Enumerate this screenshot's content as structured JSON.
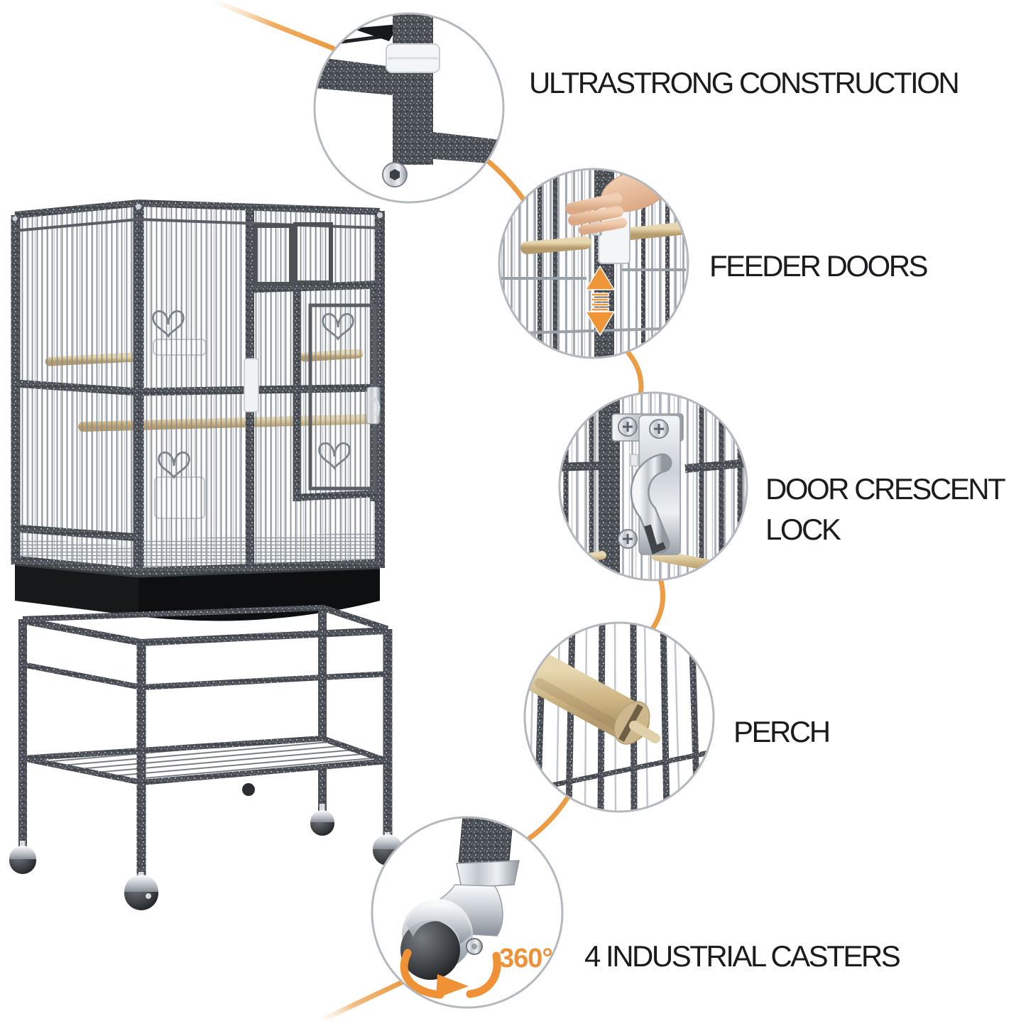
{
  "figure": {
    "type": "product-feature-callout-diagram",
    "subject": "Rolling wrought-metal bird cage with detachable stand",
    "background": "#ffffff",
    "accent_orange": "#EF9638",
    "metal_gray": "#4b4f55",
    "wood_tan": "#d6c096",
    "label_color": "#1c1c1f"
  },
  "callouts": [
    {
      "name": "ultrastrong-construction",
      "lines": [
        "ULTRASTRONG CONSTRUCTION"
      ]
    },
    {
      "name": "feeder-doors",
      "lines": [
        "FEEDER DOORS"
      ]
    },
    {
      "name": "door-crescent-lock",
      "lines": [
        "DOOR CRESCENT",
        "LOCK"
      ]
    },
    {
      "name": "perch",
      "lines": [
        "PERCH"
      ]
    },
    {
      "name": "industrial-casters",
      "lines": [
        "4 INDUSTRIAL CASTERS"
      ],
      "badge": "360°"
    }
  ]
}
